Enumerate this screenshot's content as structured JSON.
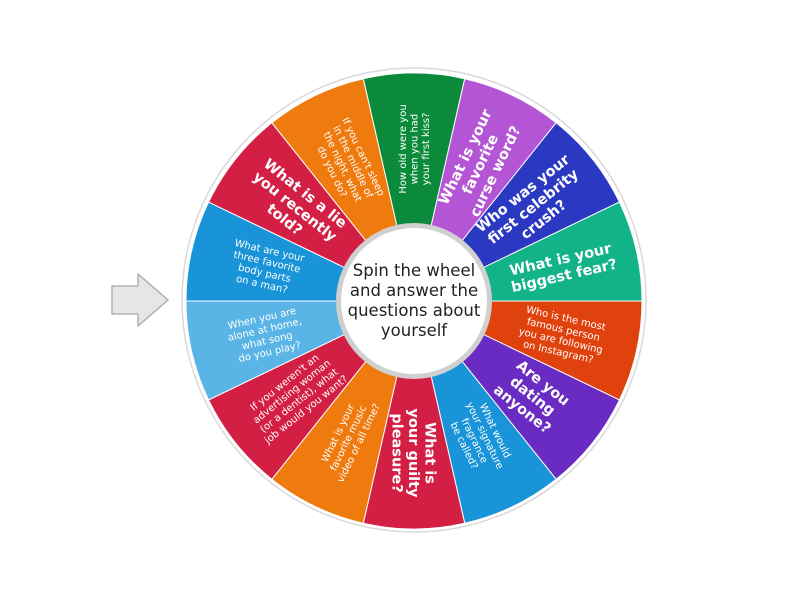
{
  "wheel": {
    "center_text": "Spin the wheel and answer the questions about yourself",
    "segments": [
      {
        "lines": [
          "How old were you",
          "when you had",
          "your first kiss?"
        ],
        "color": "#0a8a3a",
        "bold": false
      },
      {
        "lines": [
          "What is your",
          "favorite",
          "curse word?"
        ],
        "color": "#b455d6",
        "bold": true
      },
      {
        "lines": [
          "Who was your",
          "first celebrity",
          "crush?"
        ],
        "color": "#2b38c2",
        "bold": true
      },
      {
        "lines": [
          "What is your",
          "biggest fear?"
        ],
        "color": "#13b38a",
        "bold": true
      },
      {
        "lines": [
          "Who is the most",
          "famous person",
          "you are following",
          "on Instagram?"
        ],
        "color": "#e0420e",
        "bold": false
      },
      {
        "lines": [
          "Are you",
          "dating",
          "anyone?"
        ],
        "color": "#6a2bc2",
        "bold": true
      },
      {
        "lines": [
          "What would",
          "your signature",
          "fragrance",
          "be called?"
        ],
        "color": "#1a94d8",
        "bold": false
      },
      {
        "lines": [
          "What is",
          "your guilty",
          "pleasure?"
        ],
        "color": "#d41f45",
        "bold": true
      },
      {
        "lines": [
          "What is your",
          "favorite music",
          "video of all time?"
        ],
        "color": "#ef7a0e",
        "bold": false
      },
      {
        "lines": [
          "If you weren't an",
          "advertising woman",
          "(or a dentist), what",
          "job would you want?"
        ],
        "color": "#d41f45",
        "bold": false
      },
      {
        "lines": [
          "When you are",
          "alone at home,",
          "what song",
          "do you play?"
        ],
        "color": "#5ab5e6",
        "bold": false
      },
      {
        "lines": [
          "What are your",
          "three favorite",
          "body parts",
          "on a man?"
        ],
        "color": "#1a94d8",
        "bold": false
      },
      {
        "lines": [
          "What is a lie",
          "you recently",
          "told?"
        ],
        "color": "#d41f45",
        "bold": true
      },
      {
        "lines": [
          "If you can't sleep",
          "in the middle of",
          "the night, what",
          "do you do?"
        ],
        "color": "#ef7a0e",
        "bold": false
      }
    ]
  },
  "pointer": {
    "icon": "arrow-right-icon",
    "color": "#e6e6e6"
  }
}
